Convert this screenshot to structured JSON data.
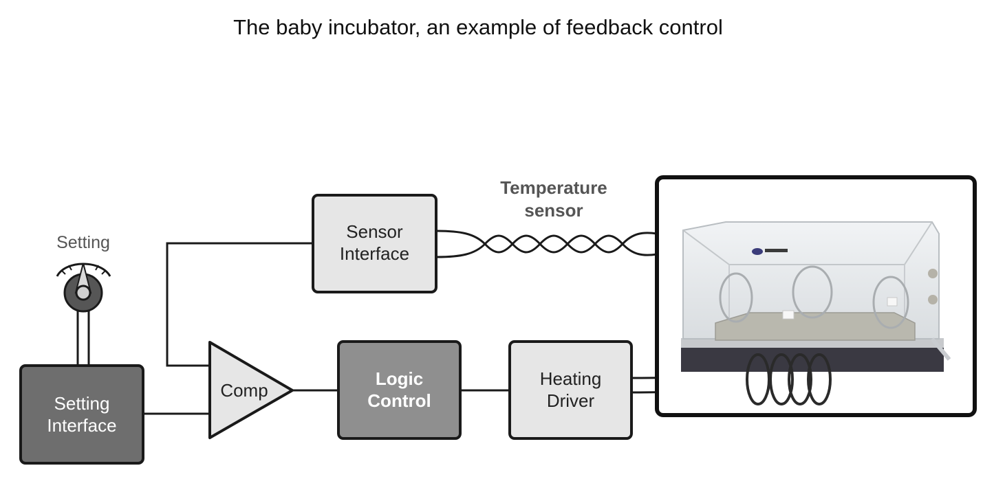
{
  "title": "The baby incubator, an example of feedback control",
  "labels": {
    "setting": "Setting",
    "temperature_sensor_line1": "Temperature",
    "temperature_sensor_line2": "sensor"
  },
  "blocks": {
    "setting_interface": {
      "line1": "Setting",
      "line2": "Interface"
    },
    "sensor_interface": {
      "line1": "Sensor",
      "line2": "Interface"
    },
    "comparator": {
      "label": "Comp"
    },
    "logic_control": {
      "line1": "Logic",
      "line2": "Control"
    },
    "heating_driver": {
      "line1": "Heating",
      "line2": "Driver"
    }
  },
  "colors": {
    "dark_block": "#6e6e6e",
    "mid_block": "#8f8f8f",
    "light_block": "#e6e6e6",
    "wire": "#1a1a1a"
  }
}
